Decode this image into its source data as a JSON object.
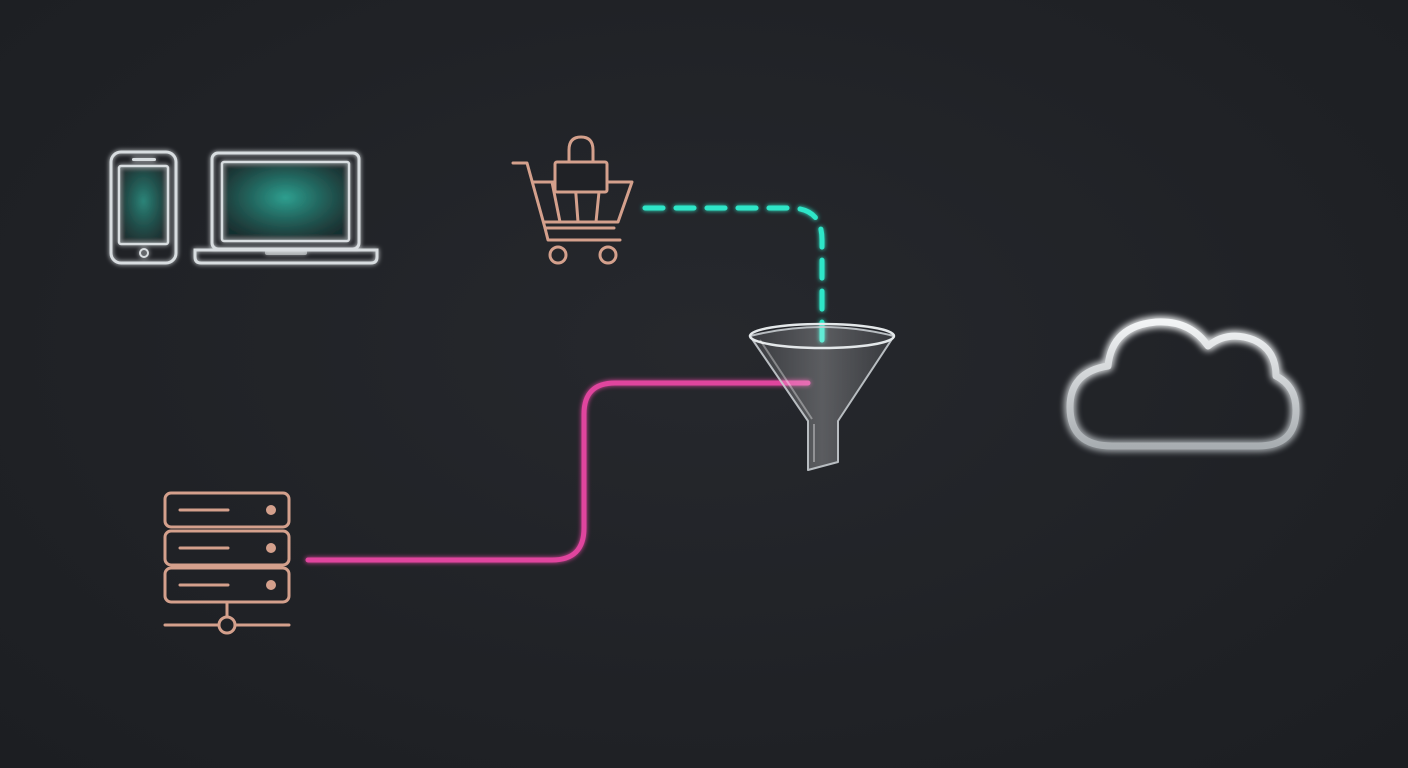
{
  "diagram": {
    "nodes": [
      {
        "id": "mobile",
        "icon": "smartphone-icon"
      },
      {
        "id": "laptop",
        "icon": "laptop-icon"
      },
      {
        "id": "cart",
        "icon": "shopping-cart-icon"
      },
      {
        "id": "server",
        "icon": "server-rack-icon"
      },
      {
        "id": "funnel",
        "icon": "funnel-icon"
      },
      {
        "id": "cloud",
        "icon": "cloud-icon"
      }
    ],
    "edges": [
      {
        "from": "laptop",
        "to": "cart",
        "style": "dashed"
      },
      {
        "from": "cart",
        "to": "funnel",
        "style": "dashed"
      },
      {
        "from": "server",
        "to": "funnel",
        "style": "solid"
      },
      {
        "from": "funnel",
        "to": "cloud",
        "style": "solid"
      }
    ]
  },
  "colors": {
    "background": "#202226",
    "device_outline": "#d8dde0",
    "screen_glow": "#2fa897",
    "web_flow": "#2ee6c8",
    "server_flow": "#e0449e",
    "output_flow": "#8fe83a",
    "copper": "#d4a08c",
    "cloud_outline": "#cfd3d6"
  }
}
